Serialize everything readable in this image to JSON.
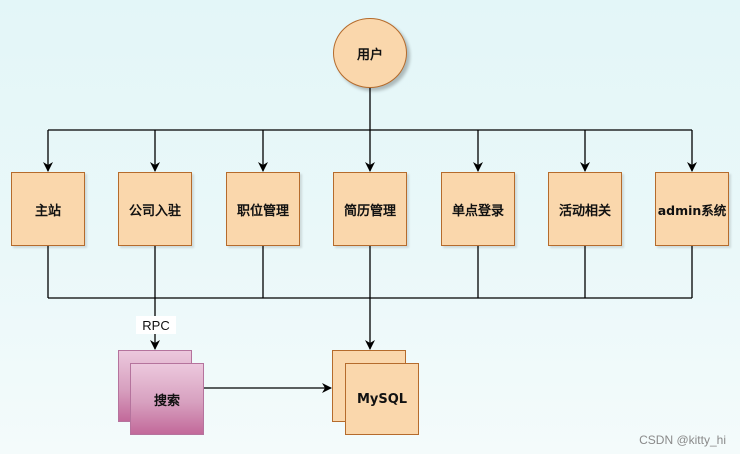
{
  "diagram": {
    "user_node": "用户",
    "modules": [
      "主站",
      "公司入驻",
      "职位管理",
      "简历管理",
      "单点登录",
      "活动相关",
      "admin系统"
    ],
    "search_node": "搜索",
    "mysql_node": "MySQL",
    "rpc_label": "RPC"
  },
  "watermark": "CSDN @kitty_hi",
  "colors": {
    "node_fill": "#fad7ac",
    "node_border": "#b56b2c",
    "search_fill": "#d7a0bf",
    "background": "#e3f6f8",
    "line": "#000000"
  }
}
